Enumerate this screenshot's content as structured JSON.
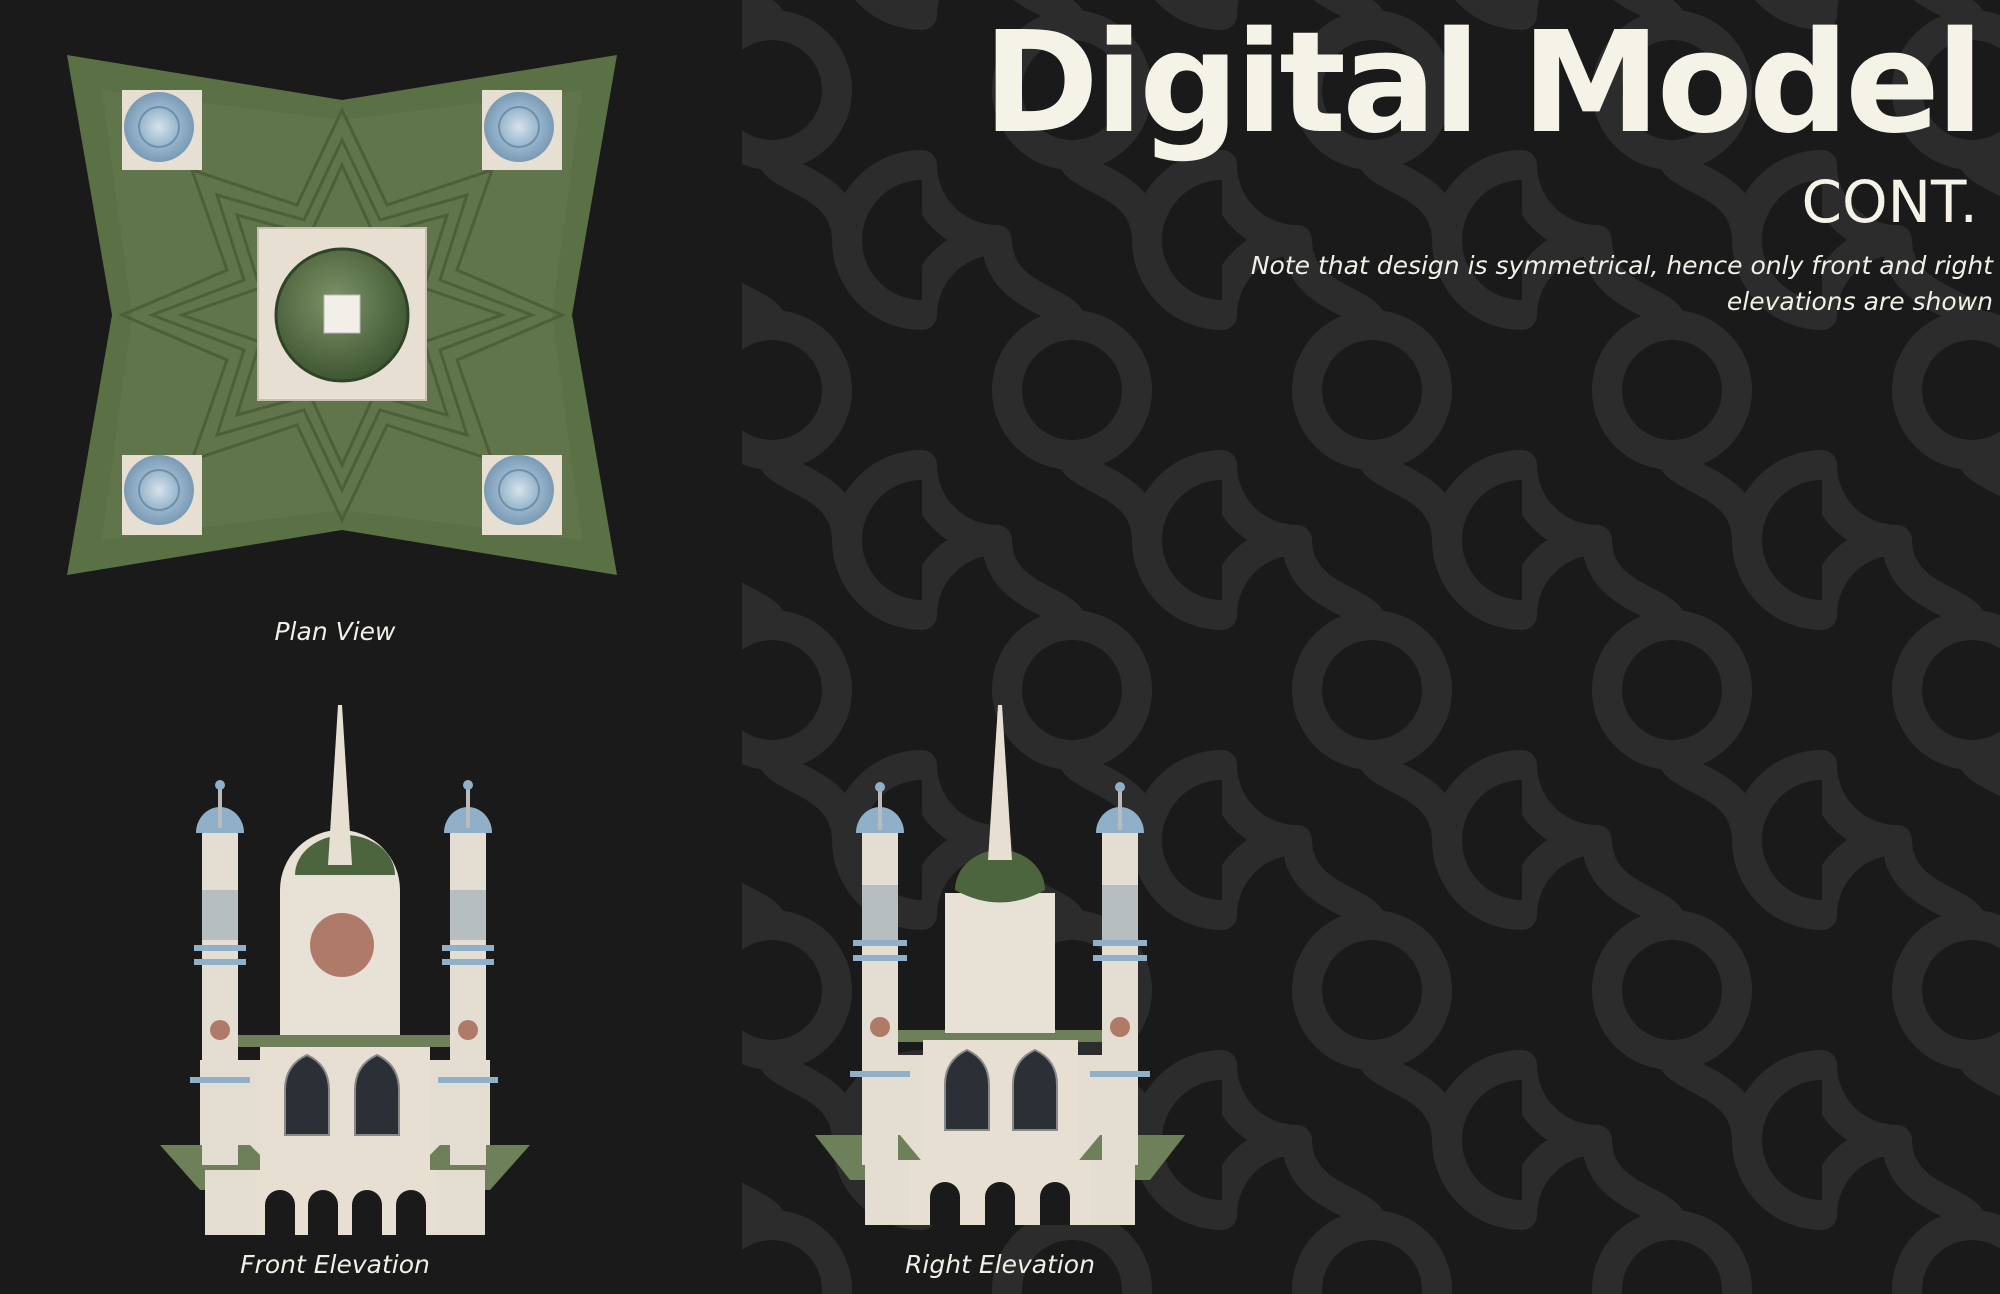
{
  "header": {
    "title": "Digital Model",
    "subtitle": "CONT.",
    "note": "Note that design is symmetrical, hence only front and right elevations are shown"
  },
  "figures": {
    "plan": {
      "caption": "Plan View"
    },
    "front": {
      "caption": "Front Elevation"
    },
    "right": {
      "caption": "Right Elevation"
    }
  },
  "colors": {
    "background": "#1a1a1a",
    "pattern": "#2c2c2c",
    "text": "#f5f2e8",
    "grass": "#5a7045",
    "cream": "#e9e2d6",
    "dome_blue": "#8fb0c8",
    "rose": "#b07a68"
  }
}
